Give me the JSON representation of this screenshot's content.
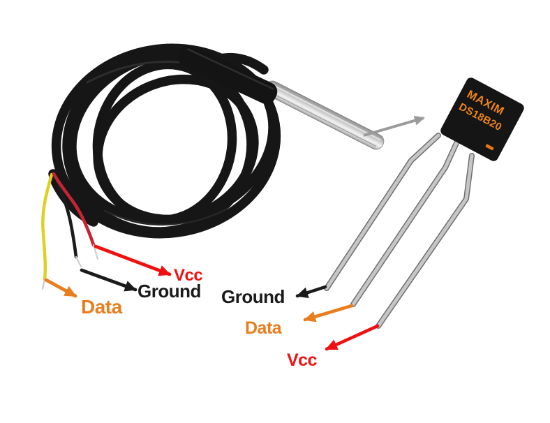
{
  "diagram": {
    "background": "#ffffff",
    "probe_assembly": {
      "labels": {
        "vcc": "Vcc",
        "ground": "Ground",
        "data": "Data"
      },
      "wires": [
        {
          "color_name": "yellow",
          "hex": "#ddd020",
          "signal": "Data"
        },
        {
          "color_name": "black",
          "hex": "#1b1b1b",
          "signal": "Ground"
        },
        {
          "color_name": "red",
          "hex": "#c52433",
          "signal": "Vcc"
        }
      ]
    },
    "chip": {
      "marking_line1": "MAXIM",
      "marking_line2": "DS18B20",
      "labels": {
        "ground": "Ground",
        "data": "Data",
        "vcc": "Vcc"
      }
    },
    "colors": {
      "vcc_label": "#ee1111",
      "ground_label": "#1a1a1a",
      "data_label": "#e87e1e",
      "chip_marking": "#ef8418",
      "pointer_arrow": "#9a9a9a",
      "lead_metal": "#c6c6c6",
      "cable_jacket": "#161616",
      "probe_steel": "#d9d9d9"
    }
  }
}
